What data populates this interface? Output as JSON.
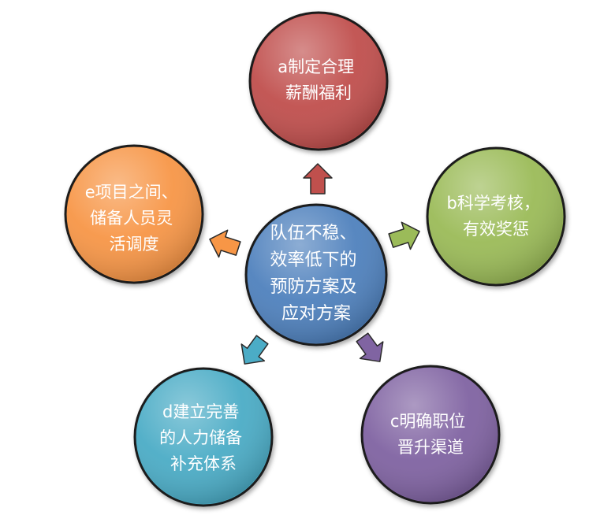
{
  "center": {
    "lines": [
      "队伍不稳、",
      "效率低下的",
      "预防方案及",
      "应对方案"
    ],
    "color": "#4f81bd"
  },
  "nodes": [
    {
      "id": "a",
      "lines": [
        "a制定合理",
        "薪酬福利"
      ],
      "color": "#c0504d"
    },
    {
      "id": "b",
      "lines": [
        "b科学考核，",
        "有效奖惩"
      ],
      "color": "#9bbb59"
    },
    {
      "id": "c",
      "lines": [
        "c明确职位",
        "晋升渠道"
      ],
      "color": "#8064a2"
    },
    {
      "id": "d",
      "lines": [
        "d建立完善",
        "的人力储备",
        "补充体系"
      ],
      "color": "#4bacc6"
    },
    {
      "id": "e",
      "lines": [
        "e项目之间、",
        "储备人员灵",
        "活调度"
      ],
      "color": "#f79646"
    }
  ]
}
